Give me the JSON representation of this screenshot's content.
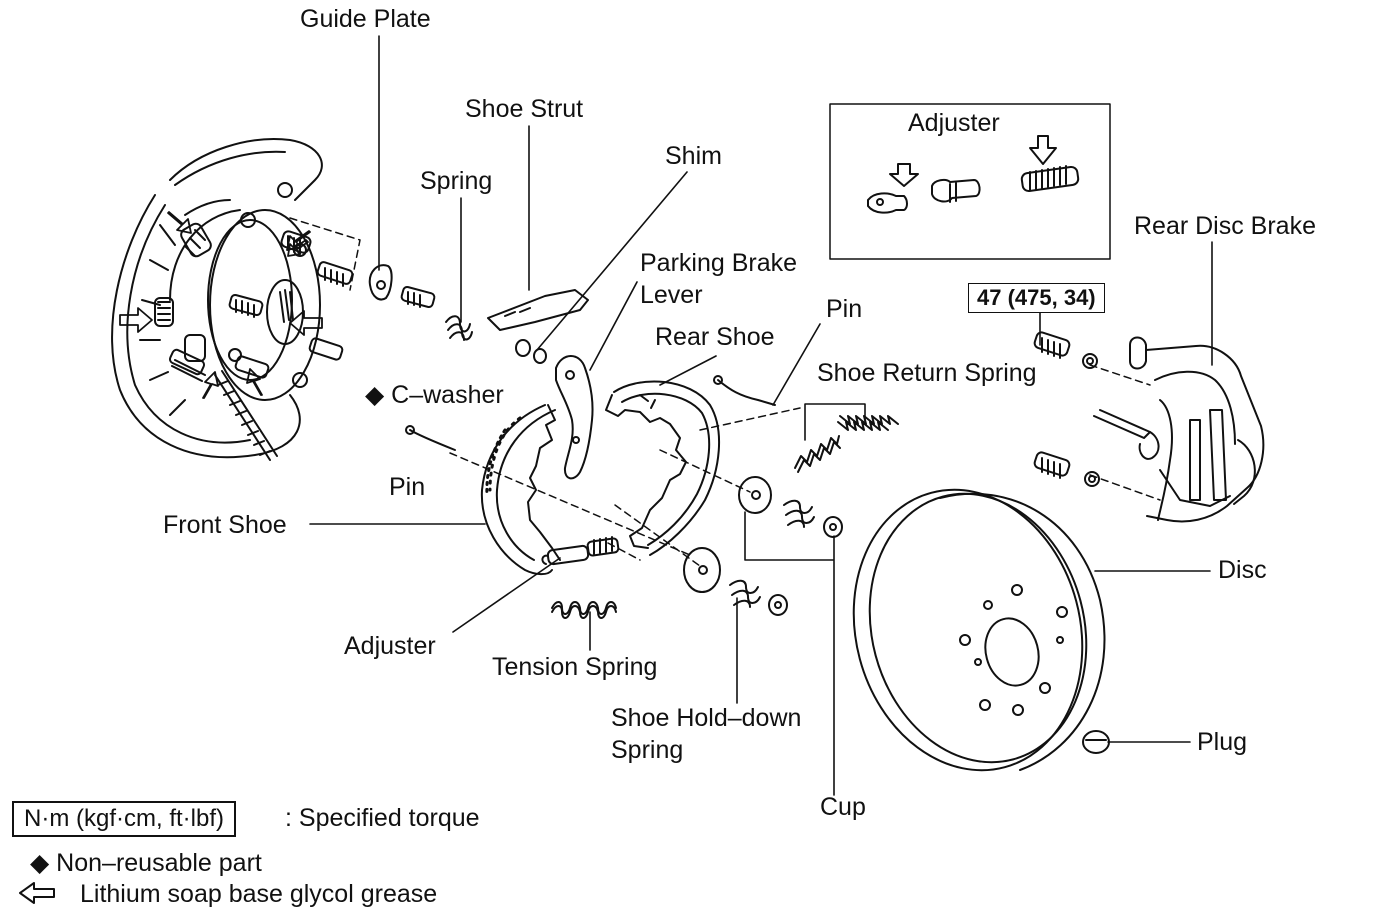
{
  "labels": {
    "guide_plate": "Guide Plate",
    "shoe_strut": "Shoe Strut",
    "spring": "Spring",
    "shim": "Shim",
    "adjuster_top": "Adjuster",
    "rear_disc_brake": "Rear Disc Brake",
    "torque": "47 (475, 34)",
    "parking_brake_lever": [
      "Parking Brake",
      "Lever"
    ],
    "rear_shoe": "Rear Shoe",
    "pin_upper": "Pin",
    "shoe_return_spring": "Shoe Return Spring",
    "c_washer": "◆ C–washer",
    "pin_lower": "Pin",
    "front_shoe": "Front Shoe",
    "disc": "Disc",
    "adjuster_bottom": "Adjuster",
    "tension_spring": "Tension Spring",
    "shoe_hold_down_spring": [
      "Shoe Hold–down",
      "Spring"
    ],
    "plug": "Plug",
    "cup": "Cup"
  },
  "legend": {
    "torque_unit": "N·m (kgf·cm, ft·lbf)",
    "torque_desc": ": Specified torque",
    "non_reusable": "◆ Non–reusable part",
    "grease_icon": "hollow-left-arrow-icon",
    "grease": "Lithium soap base glycol grease"
  },
  "colors": {
    "ink": "#111111",
    "background": "#ffffff"
  }
}
